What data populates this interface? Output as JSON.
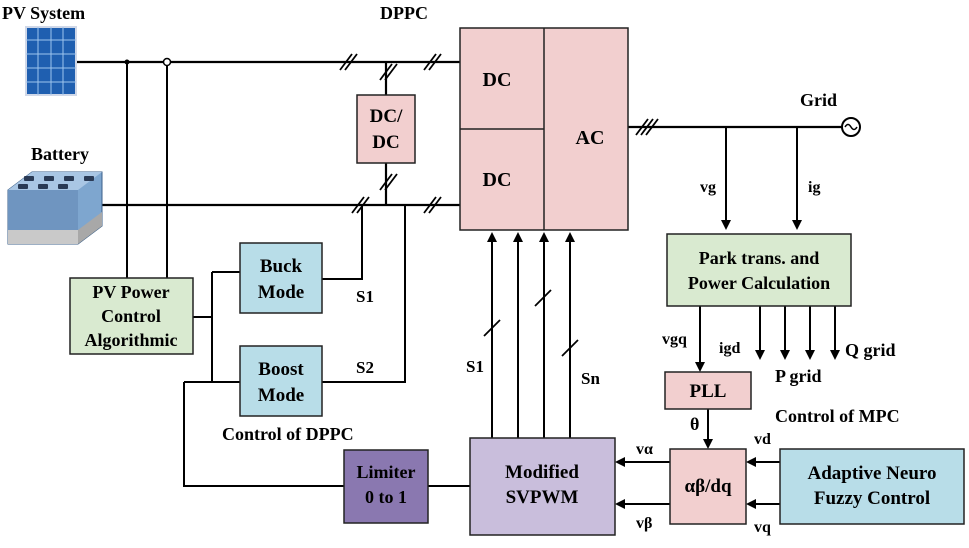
{
  "labels": {
    "pv_system": "PV System",
    "dppc": "DPPC",
    "battery": "Battery",
    "grid": "Grid",
    "vg": "vg",
    "ig": "ig",
    "s1_right": "S1",
    "s2": "S2",
    "s1_mid": "S1",
    "sn": "Sn",
    "vgq": "vgq",
    "igd": "igd",
    "q_grid": "Q grid",
    "p_grid": "P grid",
    "theta": "θ",
    "control_mpc": "Control of MPC",
    "control_dppc": "Control of DPPC",
    "v_alpha": "vα",
    "v_beta": "vβ",
    "vd": "vd",
    "vq": "vq"
  },
  "blocks": {
    "dc_top": "DC",
    "dc_bottom": "DC",
    "ac": "AC",
    "dcdc_line1": "DC/",
    "dcdc_line2": "DC",
    "buck_line1": "Buck",
    "buck_line2": "Mode",
    "boost_line1": "Boost",
    "boost_line2": "Mode",
    "pv_ctrl_line1": "PV Power",
    "pv_ctrl_line2": "Control",
    "pv_ctrl_line3": "Algorithmic",
    "park_line1": "Park trans. and",
    "park_line2": "Power Calculation",
    "pll": "PLL",
    "abdq": "αβ/dq",
    "limiter_line1": "Limiter",
    "limiter_line2": "0 to 1",
    "svpwm_line1": "Modified",
    "svpwm_line2": "SVPWM",
    "anfc_line1": "Adaptive Neuro",
    "anfc_line2": "Fuzzy Control"
  },
  "colors": {
    "pink": "#f2cfcf",
    "blue": "#b8dde8",
    "green": "#d9ead0",
    "lavender": "#c9bedc",
    "purple": "#8a78b0"
  }
}
